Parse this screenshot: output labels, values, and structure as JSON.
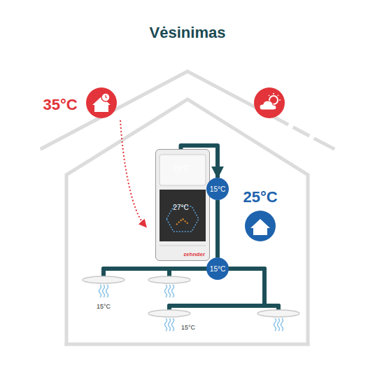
{
  "diagram": {
    "title": "Vėsinimas",
    "nodes": [
      {
        "text": [
          "zehnder"
        ]
      },
      {
        "text": [
          "15°C"
        ],
        "in": 0
      },
      {
        "text": [
          "15°C"
        ]
      },
      {
        "text": [
          "27°C"
        ],
        "in": 0
      },
      {
        "text": [
          "15°C"
        ]
      }
    ],
    "edges": [
      {
        "from": 1,
        "to": 2,
        "arrow": "to"
      },
      {
        "from": 2,
        "to": 4,
        "arrow": "none"
      }
    ],
    "labels": [
      "35°C",
      "25°C",
      "15°C",
      "15°C"
    ]
  }
}
